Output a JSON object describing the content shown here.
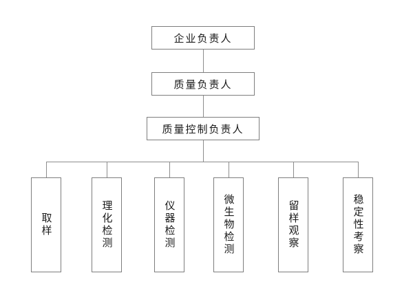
{
  "org_chart": {
    "levels": [
      {
        "label": "企业负责人"
      },
      {
        "label": "质量负责人"
      },
      {
        "label": "质量控制负责人"
      }
    ],
    "departments": [
      {
        "label": "取样"
      },
      {
        "label": "理化检测"
      },
      {
        "label": "仪器检测"
      },
      {
        "label": "微生物检测"
      },
      {
        "label": "留样观察"
      },
      {
        "label": "稳定性考察"
      }
    ],
    "colors": {
      "box_border": "#7d7d7d",
      "connector": "#8c8c8c",
      "text": "#1a1a1a",
      "background": "#ffffff"
    }
  }
}
